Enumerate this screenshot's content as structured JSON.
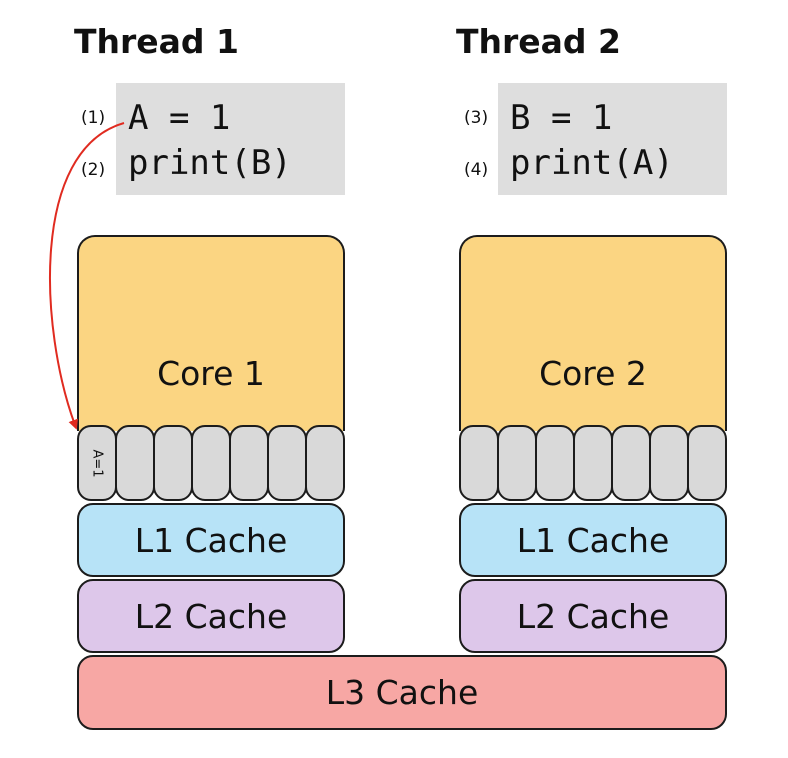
{
  "colors": {
    "core": "#fbd582",
    "store_buffer": "#d9d9d9",
    "l1_cache": "#b7e3f7",
    "l2_cache": "#ddc7ea",
    "l3_cache": "#f7a7a4",
    "code_bg": "#dedede",
    "arrow": "#e02b20"
  },
  "thread1": {
    "title": "Thread 1",
    "lines": [
      {
        "num": "(1)",
        "code": "A = 1"
      },
      {
        "num": "(2)",
        "code": "print(B)"
      }
    ]
  },
  "thread2": {
    "title": "Thread 2",
    "lines": [
      {
        "num": "(3)",
        "code": "B = 1"
      },
      {
        "num": "(4)",
        "code": "print(A)"
      }
    ]
  },
  "core1": {
    "label": "Core 1",
    "buffer_entry": "A=1",
    "l1": "L1 Cache",
    "l2": "L2 Cache"
  },
  "core2": {
    "label": "Core 2",
    "l1": "L1 Cache",
    "l2": "L2 Cache"
  },
  "shared": {
    "l3": "L3 Cache"
  }
}
